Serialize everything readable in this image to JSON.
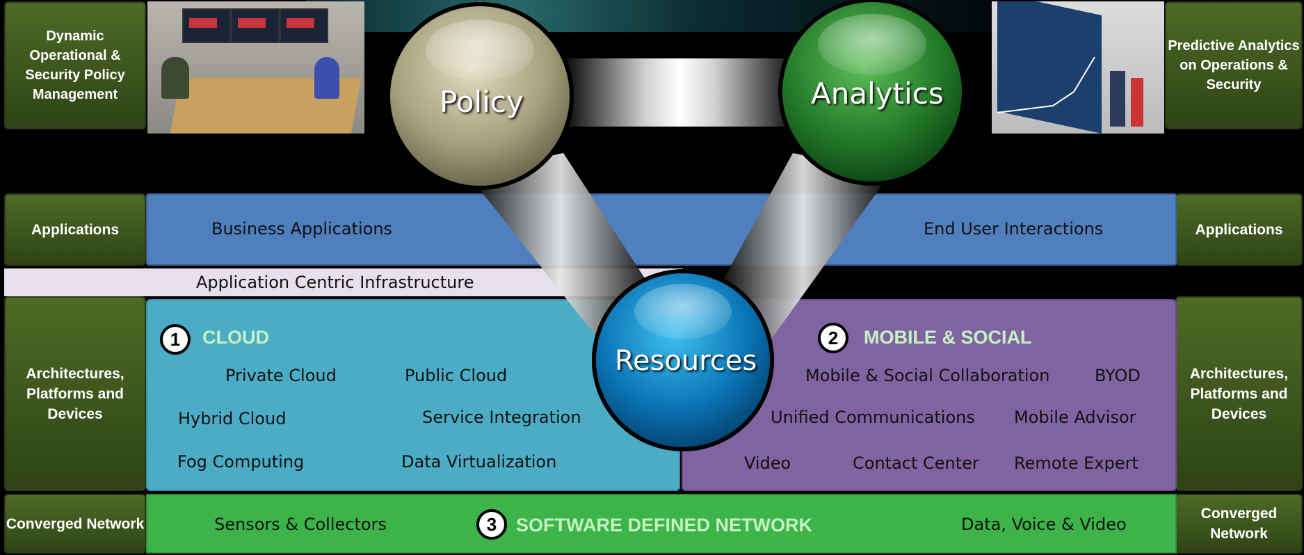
{
  "left_labels": {
    "policy_mgmt": "Dynamic Operational & Security Policy Management",
    "applications": "Applications",
    "architectures": "Architectures, Platforms and Devices",
    "network": "Converged Network"
  },
  "right_labels": {
    "analytics": "Predictive Analytics on Operations & Security",
    "applications": "Applications",
    "architectures": "Architectures, Platforms and Devices",
    "network": "Converged Network"
  },
  "spheres": {
    "policy": "Policy",
    "analytics": "Analytics",
    "resources": "Resources"
  },
  "applications_band": {
    "business": "Business Applications",
    "end_user": "End User Interactions"
  },
  "aci": "Application Centric Infrastructure",
  "cloud": {
    "number": "1",
    "title": "CLOUD",
    "items": {
      "private": "Private Cloud",
      "public": "Public Cloud",
      "hybrid": "Hybrid Cloud",
      "service": "Service Integration",
      "fog": "Fog Computing",
      "datavirt": "Data Virtualization"
    }
  },
  "mobile": {
    "number": "2",
    "title": "MOBILE & SOCIAL",
    "items": {
      "collab": "Mobile & Social Collaboration",
      "byod": "BYOD",
      "uc": "Unified Communications",
      "advisor": "Mobile Advisor",
      "video": "Video",
      "contact": "Contact Center",
      "expert": "Remote Expert"
    }
  },
  "sdn": {
    "number": "3",
    "title": "SOFTWARE DEFINED NETWORK",
    "sensors": "Sensors & Collectors",
    "dvv": "Data, Voice & Video"
  },
  "colors": {
    "side_label": "#3e5520",
    "applications_band": "#4f7fbd",
    "cloud_panel": "#4bacc6",
    "mobile_panel": "#8064a2",
    "sdn_band": "#3cb449",
    "aci_strip": "#e6e0ec",
    "title_accent": "#c6f2c1"
  }
}
